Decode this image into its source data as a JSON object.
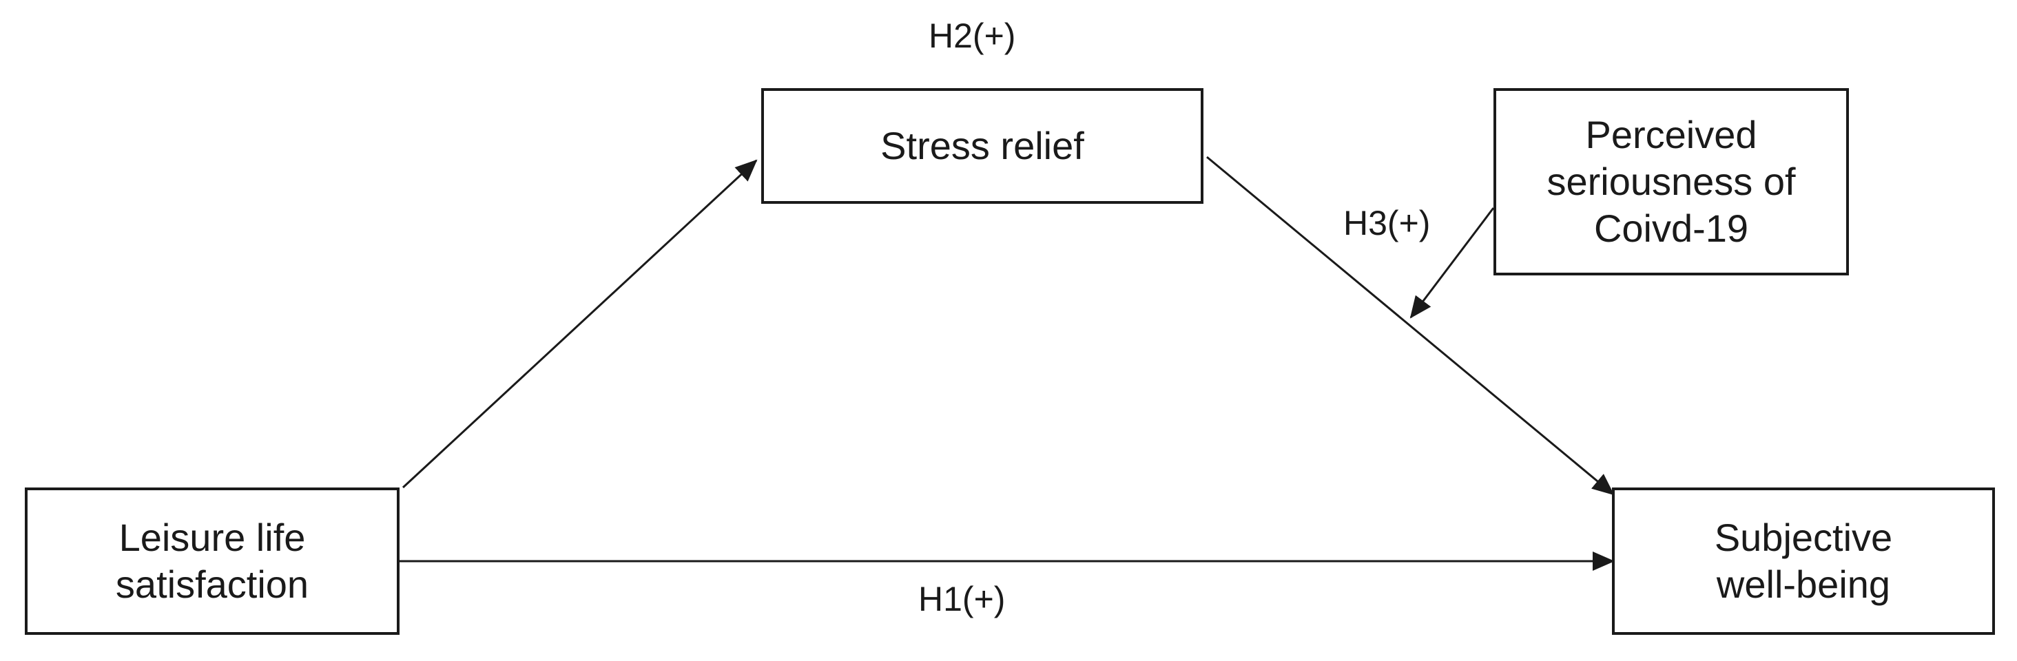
{
  "diagram": {
    "nodes": {
      "leisure_life_satisfaction": "Leisure life\nsatisfaction",
      "stress_relief": "Stress relief",
      "perceived_seriousness": "Perceived\nseriousness of\nCoivd-19",
      "subjective_well_being": "Subjective\nwell-being"
    },
    "edges": {
      "h1": "H1(+)",
      "h2": "H2(+)",
      "h3": "H3(+)"
    },
    "colors": {
      "line": "#1a1a1a",
      "background": "#ffffff"
    }
  }
}
